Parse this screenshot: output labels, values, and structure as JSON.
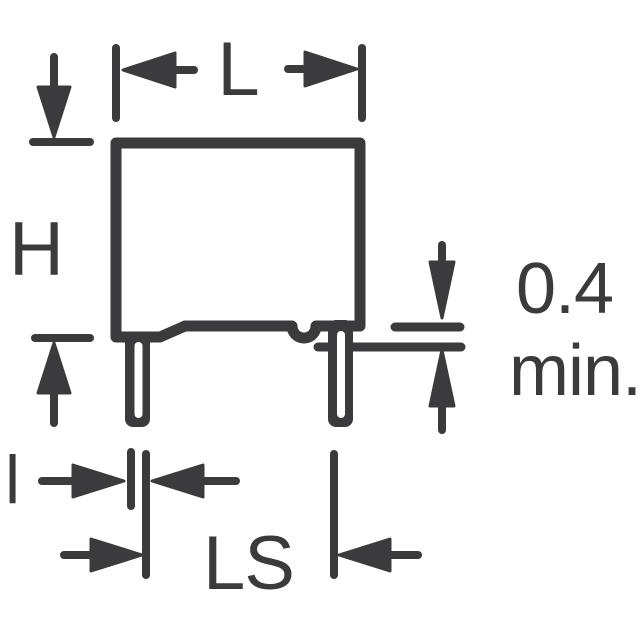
{
  "labels": {
    "length": "L",
    "height": "H",
    "standoff_value": "0.4",
    "standoff_qualifier": "min.",
    "lead_diameter": "l",
    "lead_spacing": "LS"
  },
  "colors": {
    "stroke": "#3b3b3d",
    "background": "#ffffff"
  }
}
